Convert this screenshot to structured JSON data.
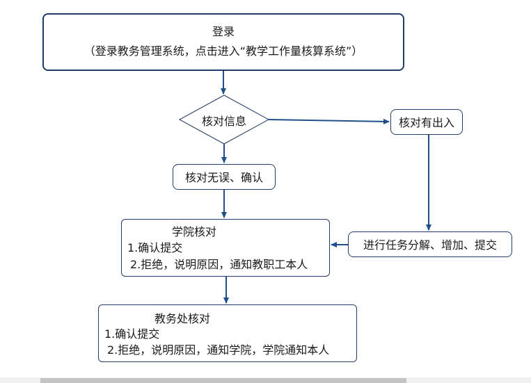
{
  "nodes": {
    "login": {
      "title": "登录",
      "subtitle": "（登录教务管理系统，点击进入“教学工作量核算系统”）"
    },
    "verify": {
      "label": "核对信息"
    },
    "check_ok": {
      "label": "核对无误、确认"
    },
    "discrepancy": {
      "label": "核对有出入"
    },
    "decompose": {
      "label": "进行任务分解、增加、提交"
    },
    "college": {
      "title": "学院核对",
      "line1": "1.确认提交",
      "line2": "2.拒绝，说明原因，通知教职工本人"
    },
    "academic": {
      "title": "教务处核对",
      "line1": "1.确认提交",
      "line2": "2.拒绝，说明原因，通知学院，学院通知本人"
    }
  },
  "colors": {
    "border": "#1f3b66",
    "arrow": "#1f4f8a"
  }
}
